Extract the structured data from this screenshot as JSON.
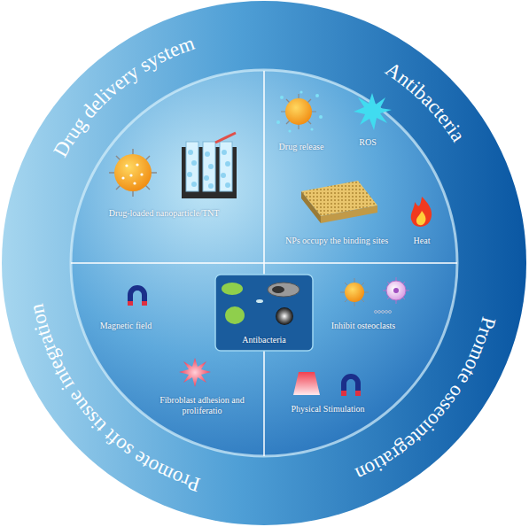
{
  "diagram": {
    "nodes": [
      {
        "text": [
          "Drug delivery system",
          "Drug-loaded nanoparticle/TNT"
        ]
      },
      {
        "text": [
          "Antibacteria",
          "Drug release",
          "ROS",
          "NPs occupy the binding sites",
          "Heat"
        ]
      },
      {
        "text": [
          "Promote soft tissue integration",
          "Magnetic field",
          "Fibroblast adhesion and proliferatio"
        ]
      },
      {
        "text": [
          "Promote osseointegration",
          "Inhibit osteoclasts",
          "Physical Stimulation"
        ]
      },
      {
        "text": [
          "Antibacteria"
        ]
      }
    ]
  }
}
